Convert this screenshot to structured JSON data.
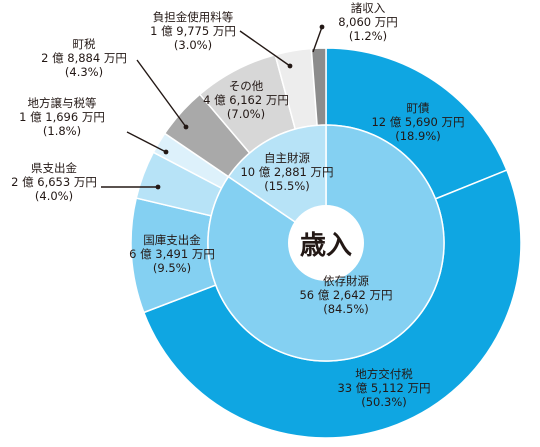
{
  "chart_data": {
    "type": "pie",
    "title": "",
    "center_label": "歳入",
    "colors": {
      "outer_blue": "#0FA6E2",
      "light_blue": "#84D0F2",
      "pale_blue": "#B7E3F7",
      "pale_blue2": "#DDF1FB",
      "dark_gray": "#A9A9A9",
      "light_gray": "#D7D7D7",
      "very_light_gray": "#EDEDED",
      "mid_gray": "#8C8C8C",
      "stroke": "#ffffff",
      "text": "#231815"
    },
    "inner": [
      {
        "name": "依存財源",
        "amount": "56 億 2,642 万円",
        "pct": "(84.5%)",
        "value": 84.5
      },
      {
        "name": "自主財源",
        "amount": "10 億 2,881 万円",
        "pct": "(15.5%)",
        "value": 15.5
      }
    ],
    "outer": [
      {
        "name": "町債",
        "amount": "12 億 5,690 万円",
        "pct": "(18.9%)",
        "value": 18.9
      },
      {
        "name": "地方交付税",
        "amount": "33 億 5,112 万円",
        "pct": "(50.3%)",
        "value": 50.3
      },
      {
        "name": "国庫支出金",
        "amount": "6 億 3,491 万円",
        "pct": "(9.5%)",
        "value": 9.5
      },
      {
        "name": "県支出金",
        "amount": "2 億 6,653 万円",
        "pct": "(4.0%)",
        "value": 4.0
      },
      {
        "name": "地方譲与税等",
        "amount": "1 億 1,696 万円",
        "pct": "(1.8%)",
        "value": 1.8
      },
      {
        "name": "町税",
        "amount": "2 億 8,884 万円",
        "pct": "(4.3%)",
        "value": 4.3
      },
      {
        "name": "その他",
        "amount": "4 億 6,162 万円",
        "pct": "(7.0%)",
        "value": 7.0
      },
      {
        "name": "負担金使用料等",
        "amount": "1 億 9,775 万円",
        "pct": "(3.0%)",
        "value": 3.0
      },
      {
        "name": "諸収入",
        "amount": "8,060 万円",
        "pct": "(1.2%)",
        "value": 1.2
      }
    ]
  }
}
